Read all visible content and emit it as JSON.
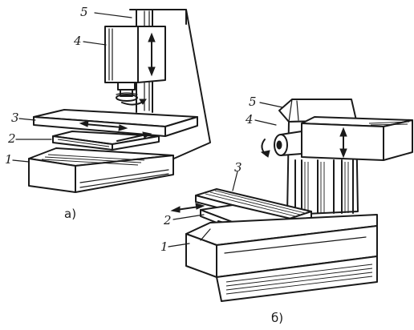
{
  "figure_a": {
    "caption": "а)",
    "labels": {
      "l1": "1",
      "l2": "2",
      "l3": "3",
      "l4": "4",
      "l5": "5"
    }
  },
  "figure_b": {
    "caption": "б)",
    "labels": {
      "l1": "1",
      "l2": "2",
      "l3": "3",
      "l4": "4",
      "l5": "5"
    }
  }
}
